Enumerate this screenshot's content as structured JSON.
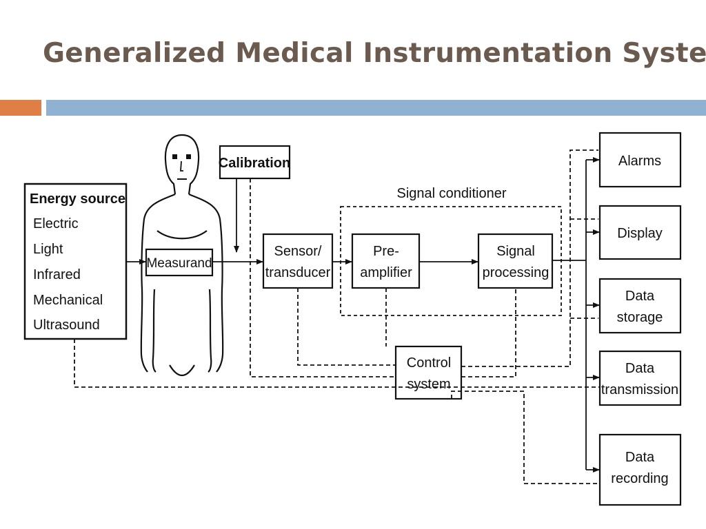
{
  "slide": {
    "title": "Generalized Medical Instrumentation System"
  },
  "diagram": {
    "energy_source": {
      "heading": "Energy source",
      "items": [
        "Electric",
        "Light",
        "Infrared",
        "Mechanical",
        "Ultrasound"
      ]
    },
    "measurand": "Measurand",
    "calibration": "Calibration",
    "signal_conditioner_label": "Signal conditioner",
    "sensor": [
      "Sensor/",
      "transducer"
    ],
    "preamplifier": [
      "Pre-",
      "amplifier"
    ],
    "signal_processing": [
      "Signal",
      "processing"
    ],
    "control_system": [
      "Control",
      "system"
    ],
    "outputs": {
      "alarms": [
        "Alarms"
      ],
      "display": [
        "Display"
      ],
      "data_storage": [
        "Data",
        "storage"
      ],
      "data_transmission": [
        "Data",
        "transmission"
      ],
      "data_recording": [
        "Data",
        "recording"
      ]
    }
  }
}
